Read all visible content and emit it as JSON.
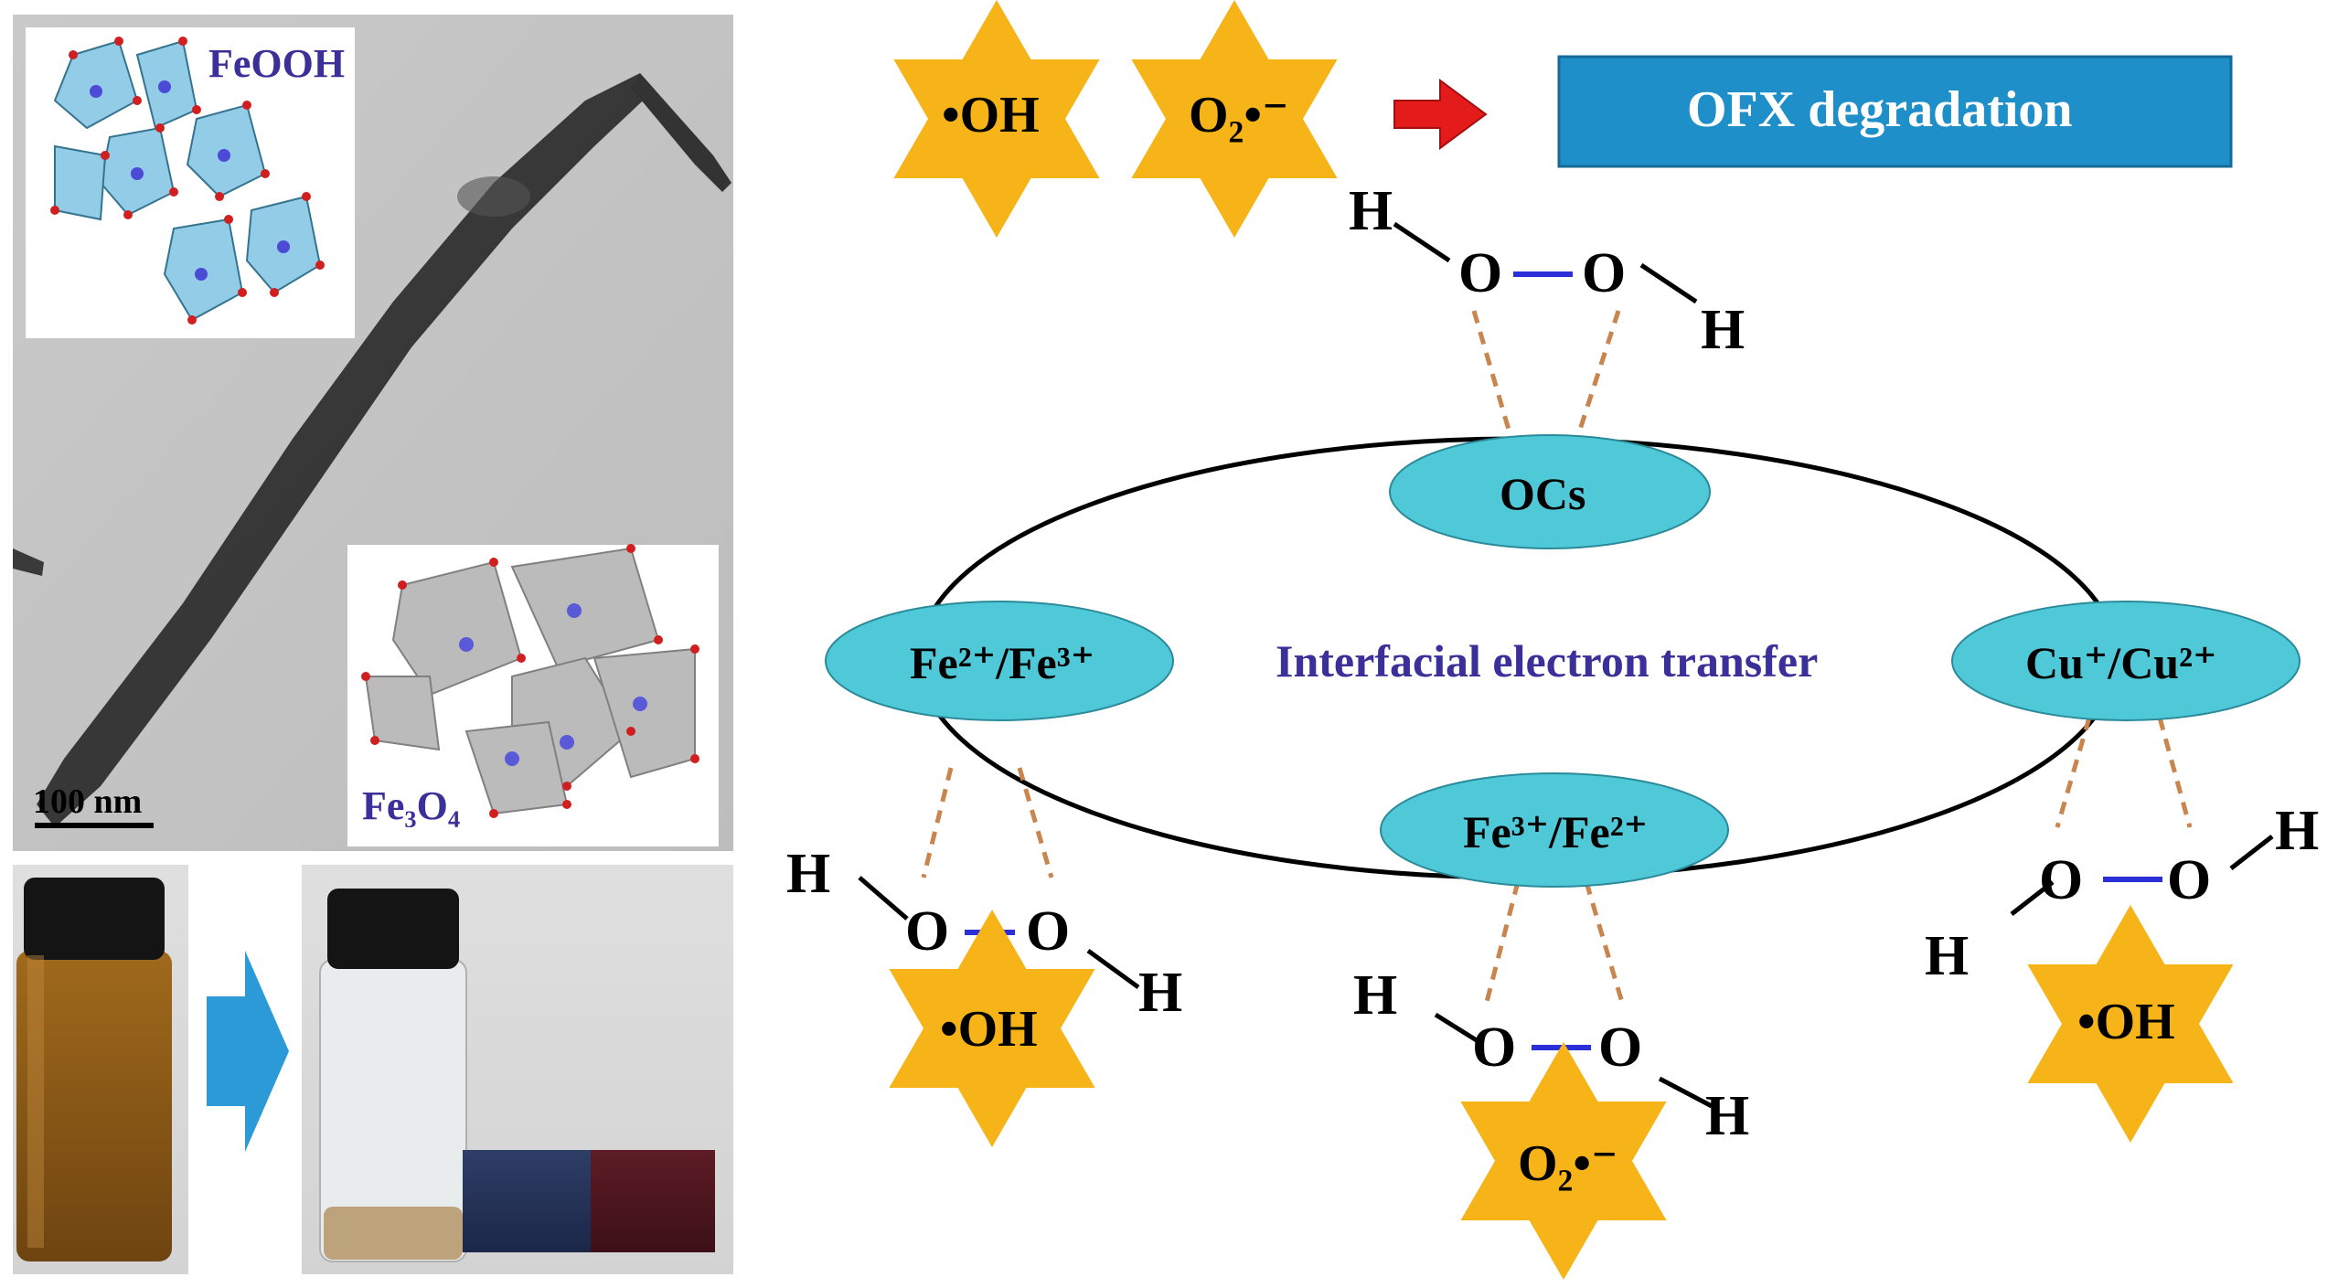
{
  "panels": {
    "tem": {
      "inset_feooh_label": "FeOOH",
      "inset_fe3o4_label": "Fe₃O₄",
      "scale_bar": "100 nm"
    },
    "vials": {}
  },
  "top_row": {
    "radical_oh": "•OH",
    "radical_o2": "O₂•⁻",
    "ofx_box": "OFX degradation"
  },
  "cycle": {
    "center_text": "Interfacial electron transfer",
    "nodes": {
      "top": "OCs",
      "left": "Fe²⁺/Fe³⁺",
      "right": "Cu⁺/Cu²⁺",
      "bottom": "Fe³⁺/Fe²⁺"
    }
  },
  "h2o2_atoms": {
    "h": "H",
    "o": "O"
  },
  "products": {
    "left_radical": "•OH",
    "bottom_radical": "O₂•⁻",
    "right_radical": "•OH"
  },
  "colors": {
    "star": "#f6b418",
    "ellipse_node": "#4fc9d8",
    "ofx_box": "#1e8fc8",
    "bond_blue": "#2b2fd8",
    "dashed": "#c8864e",
    "red_arrow": "#e31b1b",
    "blue_arrow": "#2b9ad6"
  }
}
